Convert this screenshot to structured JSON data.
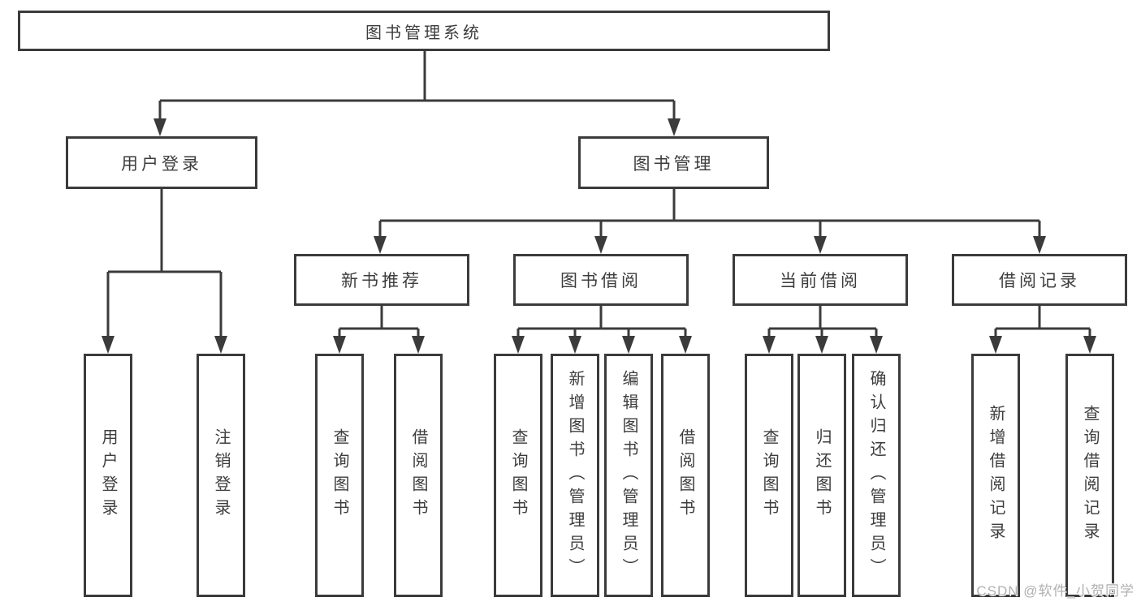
{
  "meta": {
    "background_color": "#ffffff",
    "line_color": "#3b3b3b",
    "text_color": "#3d3d3d",
    "watermark_color": "#b0b0b0",
    "diagram_type": "hierarchy-tree"
  },
  "tree": {
    "root": {
      "label": "图书管理系统"
    },
    "branches": [
      {
        "label": "用户登录",
        "children": [
          {
            "label": "用户登录"
          },
          {
            "label": "注销登录"
          }
        ]
      },
      {
        "label": "图书管理",
        "children": [
          {
            "label": "新书推荐",
            "children": [
              {
                "label": "查询图书"
              },
              {
                "label": "借阅图书"
              }
            ]
          },
          {
            "label": "图书借阅",
            "children": [
              {
                "label": "查询图书"
              },
              {
                "label": "新增图书（管理员）"
              },
              {
                "label": "编辑图书（管理员）"
              },
              {
                "label": "借阅图书"
              }
            ]
          },
          {
            "label": "当前借阅",
            "children": [
              {
                "label": "查询图书"
              },
              {
                "label": "归还图书"
              },
              {
                "label": "确认归还（管理员）"
              }
            ]
          },
          {
            "label": "借阅记录",
            "children": [
              {
                "label": "新增借阅记录"
              },
              {
                "label": "查询借阅记录"
              }
            ]
          }
        ]
      }
    ]
  },
  "watermark": "CSDN @软件_小贺同学"
}
